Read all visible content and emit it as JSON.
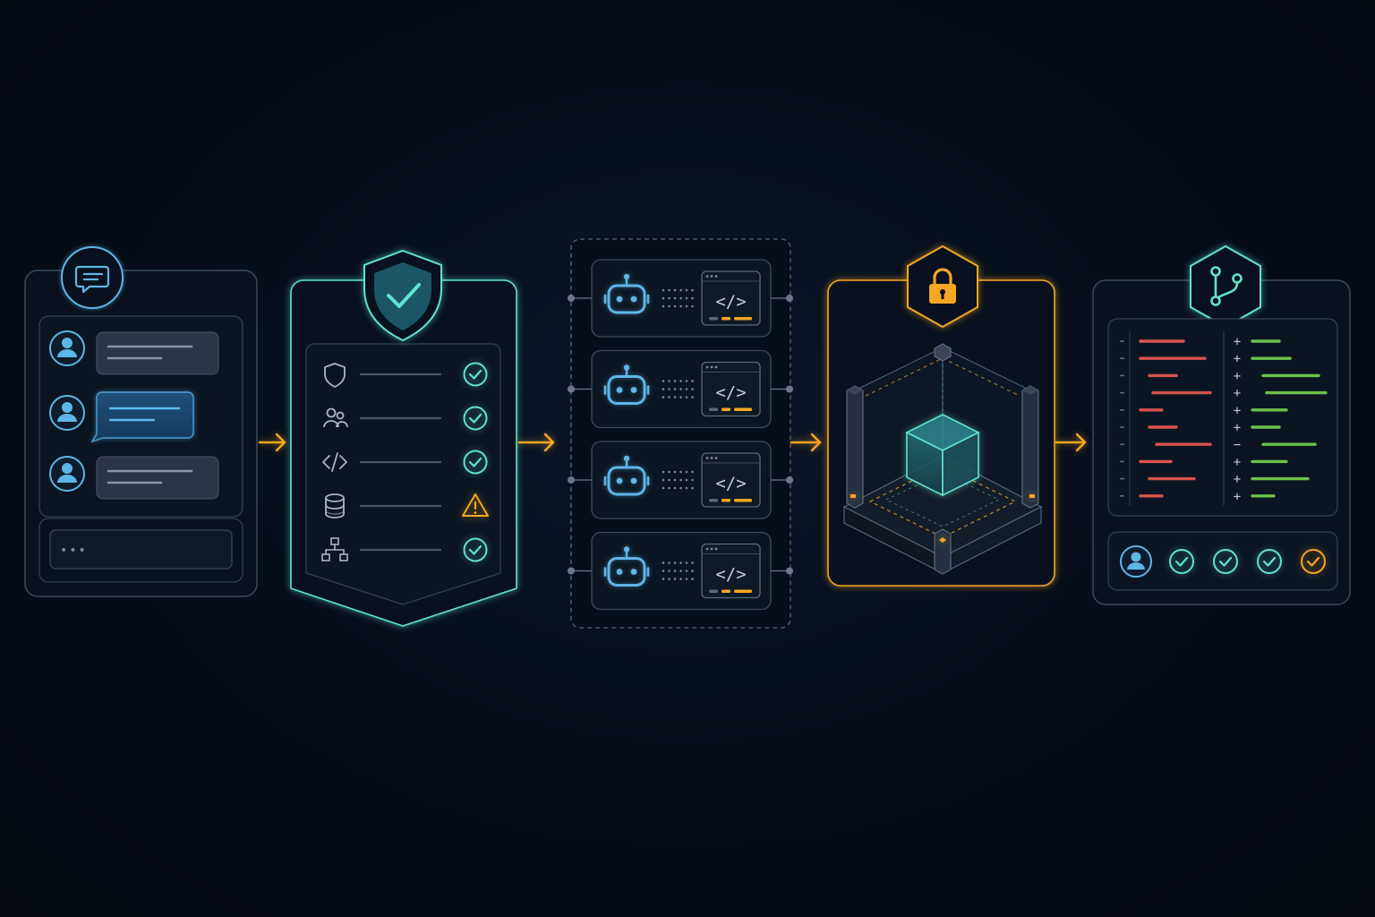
{
  "theme": {
    "background": "#060d18",
    "panel_stroke": "#3b4a5c",
    "inner_fill": "#0d1724",
    "cyan": "#5fe3d0",
    "blue": "#5eb6e8",
    "amber": "#f5a623",
    "red": "#d9534f",
    "green": "#6cc24a",
    "muted": "#7d8896"
  },
  "stages": [
    {
      "id": "chat",
      "badge_icon": "chat-bubble-icon"
    },
    {
      "id": "policy-check",
      "badge_icon": "shield-check-icon"
    },
    {
      "id": "agents",
      "badge_icon": "robot-icon"
    },
    {
      "id": "sandbox",
      "badge_icon": "padlock-icon"
    },
    {
      "id": "review",
      "badge_icon": "git-branch-icon"
    }
  ],
  "chat": {
    "input_placeholder": "•••"
  },
  "policy_checks": [
    {
      "icon": "shield-icon",
      "status": "pass"
    },
    {
      "icon": "users-icon",
      "status": "pass"
    },
    {
      "icon": "code-icon",
      "status": "pass"
    },
    {
      "icon": "database-icon",
      "status": "warning"
    },
    {
      "icon": "hierarchy-icon",
      "status": "pass"
    }
  ],
  "agents": {
    "count": 4,
    "code_glyph": "</>"
  },
  "diff": {
    "markers": [
      "+",
      "+",
      "+",
      "+",
      "+",
      "+",
      "−",
      "+",
      "+",
      "+"
    ]
  },
  "approvals": [
    {
      "status": "done"
    },
    {
      "status": "done"
    },
    {
      "status": "done"
    },
    {
      "status": "pending"
    }
  ]
}
